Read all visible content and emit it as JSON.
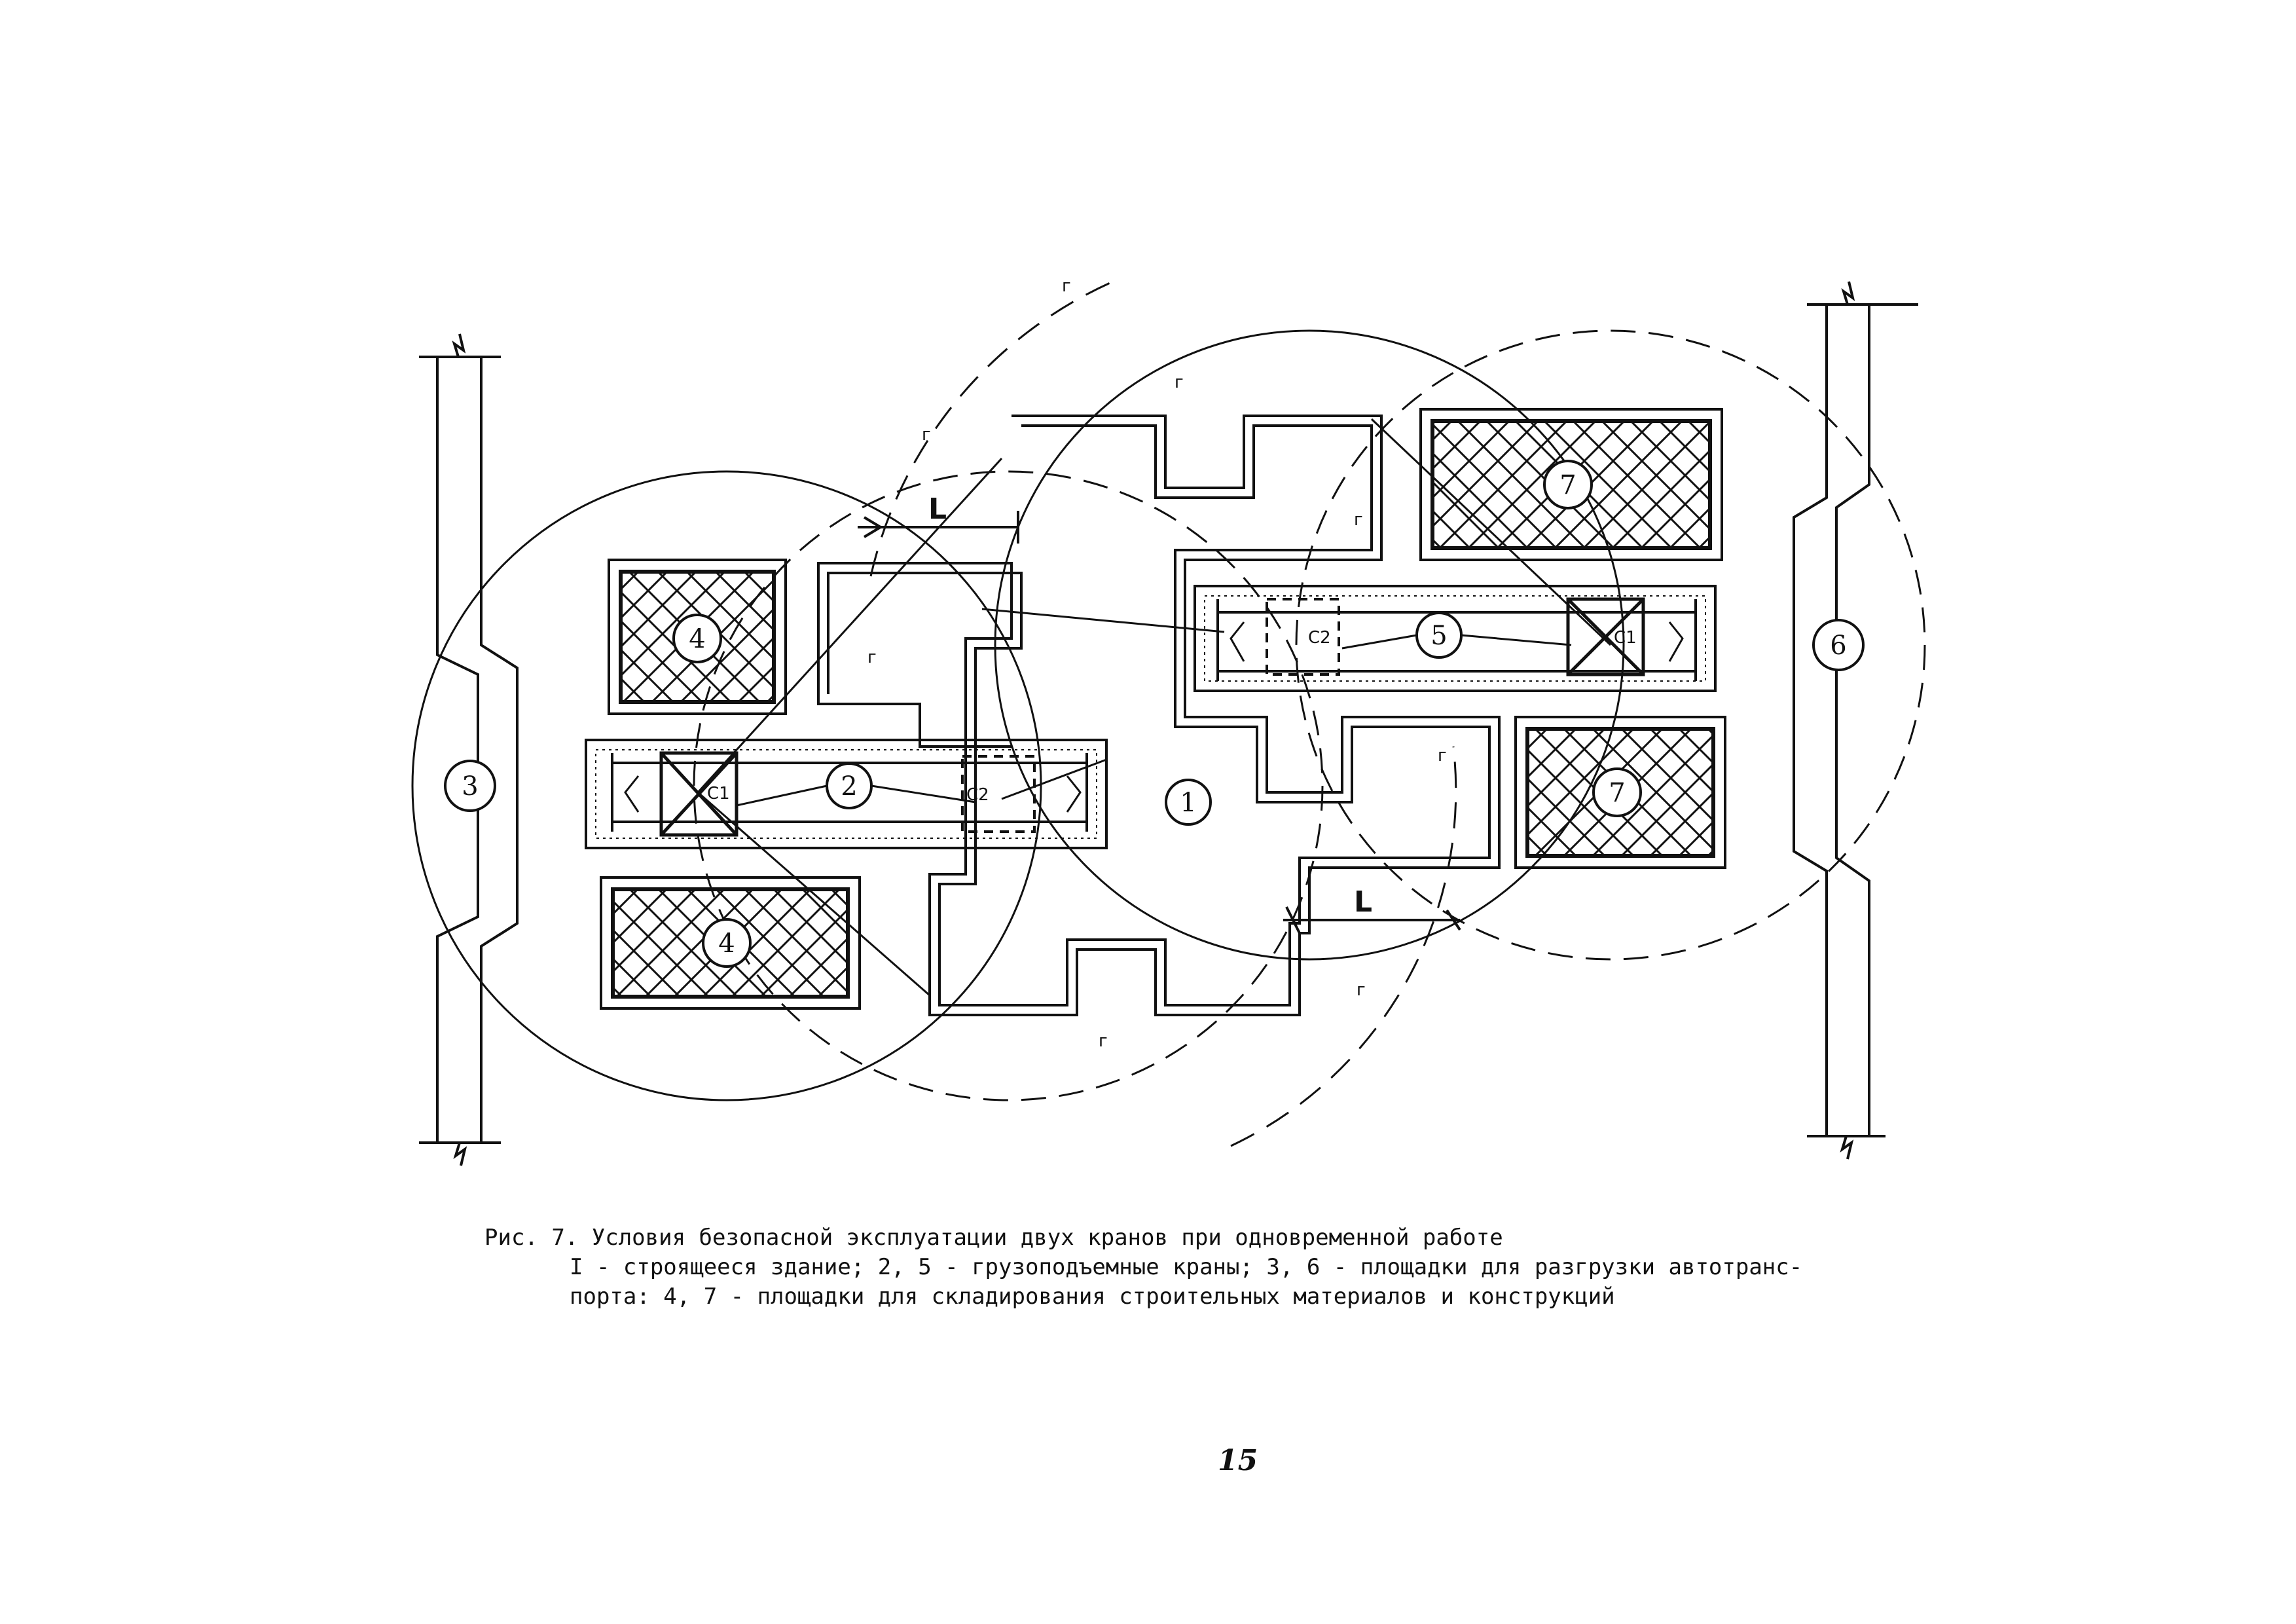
{
  "labels": {
    "building": "1",
    "crane_left": "2",
    "unload_left": "3",
    "storage_left": "4",
    "crane_right": "5",
    "unload_right": "6",
    "storage_right": "7",
    "crane_pos_c1": "C1",
    "crane_pos_c2": "C2",
    "distance": "L",
    "zone_tick": "г"
  },
  "caption": {
    "title": "Рис. 7. Условия безопасной эксплуатации двух кранов при одновременной работе",
    "line1": "I - строящееся здание; 2, 5 - грузоподъемные краны; 3, 6 - площадки для разгрузки автотранс-",
    "line2": "порта: 4, 7 - площадки для складирования строительных материалов и конструкций"
  },
  "page_number": "15"
}
